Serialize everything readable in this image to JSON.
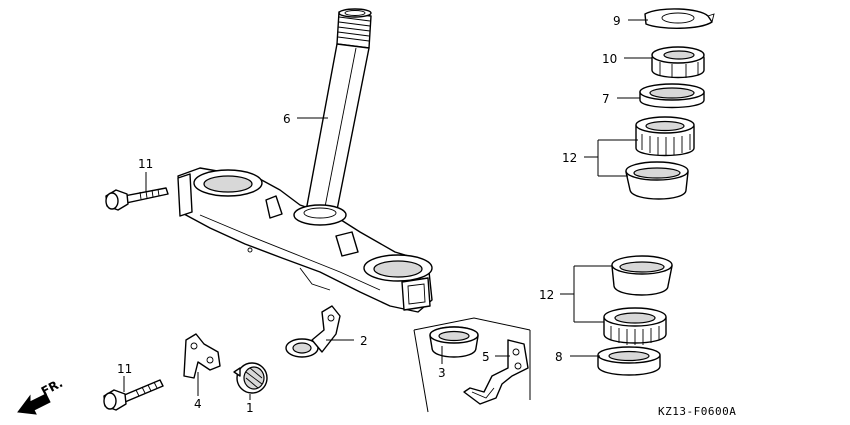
{
  "diagram": {
    "callouts": [
      {
        "id": "c9",
        "text": "9"
      },
      {
        "id": "c10",
        "text": "10"
      },
      {
        "id": "c7",
        "text": "7"
      },
      {
        "id": "c6",
        "text": "6"
      },
      {
        "id": "c12a",
        "text": "12"
      },
      {
        "id": "c11a",
        "text": "11"
      },
      {
        "id": "c12b",
        "text": "12"
      },
      {
        "id": "c2",
        "text": "2"
      },
      {
        "id": "c3",
        "text": "3"
      },
      {
        "id": "c5",
        "text": "5"
      },
      {
        "id": "c8",
        "text": "8"
      },
      {
        "id": "c11b",
        "text": "11"
      },
      {
        "id": "c4",
        "text": "4"
      },
      {
        "id": "c1",
        "text": "1"
      }
    ],
    "direction_label": "FR.",
    "part_code": "KZ13-F0600A"
  }
}
